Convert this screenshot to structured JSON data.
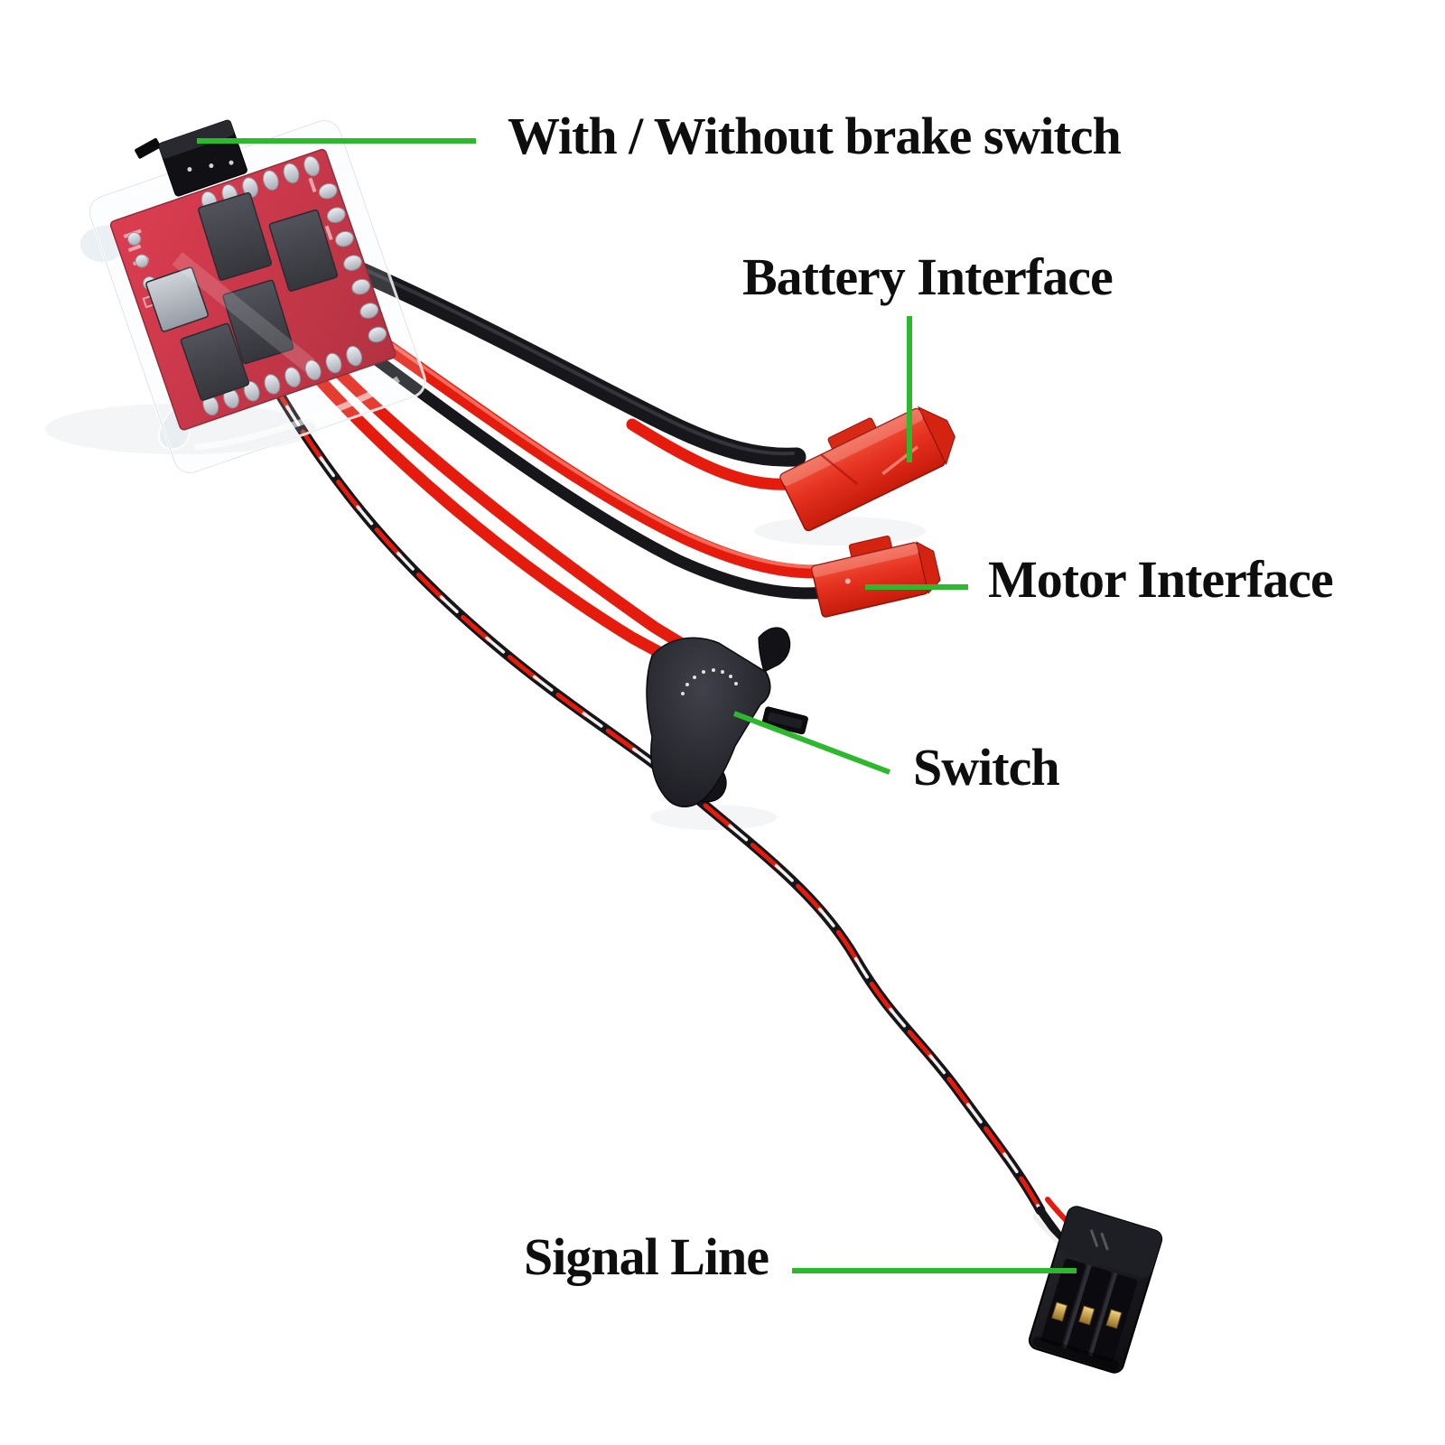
{
  "figure": {
    "kind": "annotated-product-diagram",
    "subject": "RC ESC wiring harness with labeled connectors"
  },
  "colors": {
    "annotation_green": "#2eb82e",
    "label_text": "#0e0e0e",
    "pcb_red": "#c41527",
    "connector_red": "#e8321e",
    "wire_red": "#e51b0e",
    "wire_black": "#17171b",
    "wire_white": "#f2f0ee",
    "housing_black": "#18181c",
    "pin_gold": "#c9a44a",
    "background": "#ffffff"
  },
  "labels": {
    "brake_switch": "With / Without brake switch",
    "battery_interface": "Battery Interface",
    "motor_interface": "Motor Interface",
    "switch": "Switch",
    "signal_line": "Signal Line"
  },
  "parts": [
    {
      "id": "esc-module",
      "name": "ESC circuit board with brake switch"
    },
    {
      "id": "battery-connector",
      "name": "red JST battery connector"
    },
    {
      "id": "motor-connector",
      "name": "red JST motor connector"
    },
    {
      "id": "power-switch",
      "name": "on/off toggle switch"
    },
    {
      "id": "signal-connector",
      "name": "3-pin signal line plug"
    }
  ]
}
